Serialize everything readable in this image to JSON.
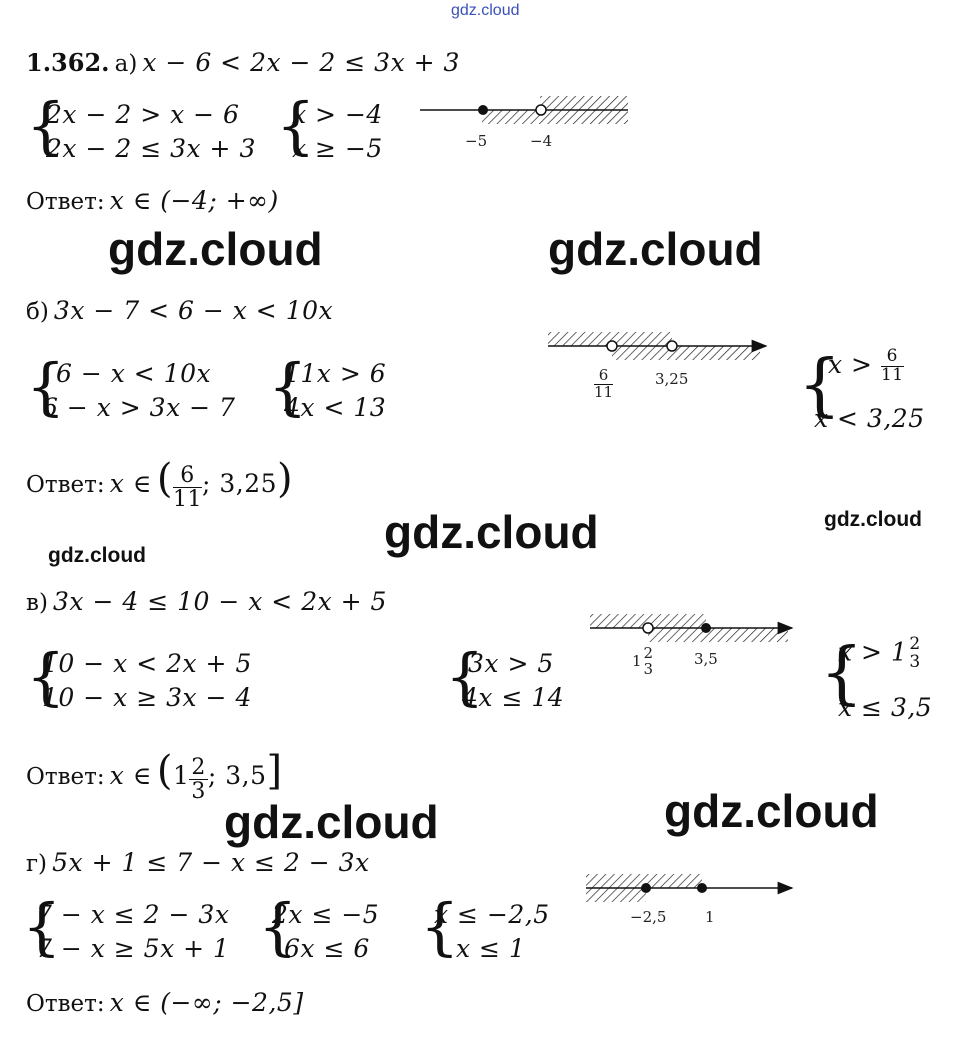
{
  "watermarks": {
    "top": "gdz.cloud",
    "big": [
      "gdz.cloud",
      "gdz.cloud",
      "gdz.cloud",
      "gdz.cloud",
      "gdz.cloud"
    ],
    "small": [
      "gdz.cloud",
      "gdz.cloud"
    ]
  },
  "problem": {
    "number": "1.362.",
    "answer_label": "Ответ:"
  },
  "part_a": {
    "label": "а)",
    "statement": "x − 6 < 2x − 2 ≤ 3x + 3",
    "system1": [
      "2x − 2 > x − 6",
      "2x − 2 ≤ 3x + 3"
    ],
    "system2": [
      "x > −4",
      "x ≥ −5"
    ],
    "ticks": [
      "−5",
      "−4"
    ],
    "answer": "x ∈ (−4;  +∞)"
  },
  "part_b": {
    "label": "б)",
    "statement": "3x − 7 < 6 − x < 10x",
    "system1": [
      "6 − x < 10x",
      "6 − x > 3x − 7"
    ],
    "system2": [
      "11x > 6",
      "4x < 13"
    ],
    "ticks": {
      "frac_num": "6",
      "frac_den": "11",
      "right": "3,25"
    },
    "system3": {
      "line1_pre": "x >",
      "frac_num": "6",
      "frac_den": "11",
      "line2": "x < 3,25"
    },
    "answer": {
      "pre": "x ∈",
      "frac_num": "6",
      "frac_den": "11",
      "post": ";  3,25"
    }
  },
  "part_v": {
    "label": "в)",
    "statement": "3x − 4 ≤ 10 − x < 2x + 5",
    "system1": [
      "10 − x < 2x + 5",
      "10 − x ≥ 3x − 4"
    ],
    "system2": [
      "3x > 5",
      "4x ≤ 14"
    ],
    "ticks": {
      "whole": "1",
      "frac_num": "2",
      "frac_den": "3",
      "right": "3,5"
    },
    "system3": {
      "line1_pre": "x > 1",
      "frac_num": "2",
      "frac_den": "3",
      "line2": "x ≤ 3,5"
    },
    "answer": {
      "pre": "x ∈",
      "whole": "1",
      "frac_num": "2",
      "frac_den": "3",
      "post": "; 3,5"
    }
  },
  "part_g": {
    "label": "г)",
    "statement": "5x + 1 ≤ 7 − x ≤ 2 − 3x",
    "system1": [
      "7 − x ≤ 2 − 3x",
      "7 − x ≥ 5x + 1"
    ],
    "system2": [
      "2x ≤ −5",
      "6x ≤ 6"
    ],
    "system3": [
      "x ≤ −2,5",
      "x ≤ 1"
    ],
    "ticks": [
      "−2,5",
      "1"
    ],
    "answer": "x ∈ (−∞; −2,5]"
  }
}
